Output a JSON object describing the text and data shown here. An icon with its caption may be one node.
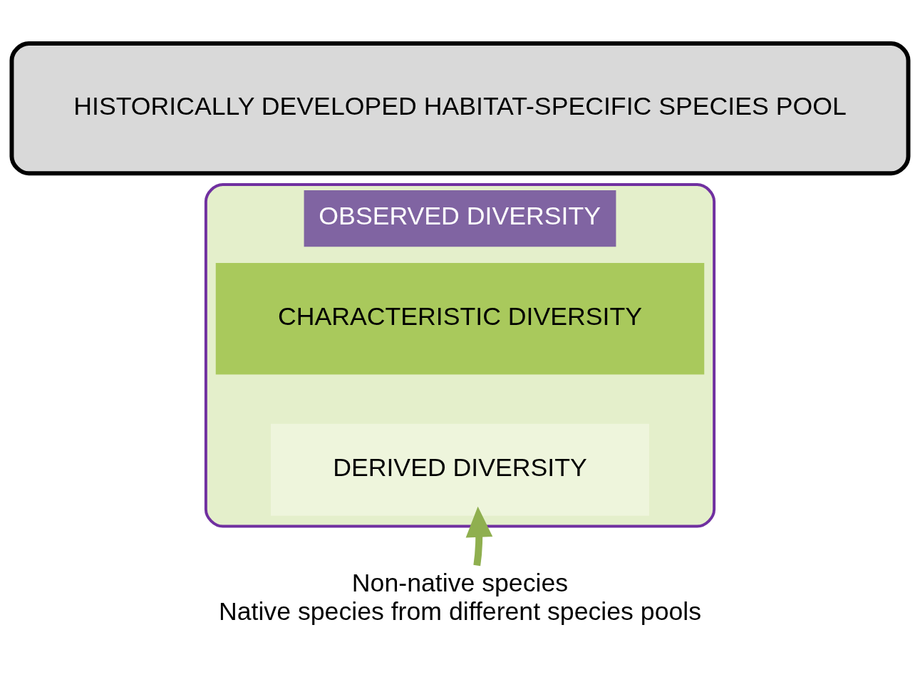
{
  "diagram": {
    "nodes": [
      {
        "text": [
          "HISTORICALLY DEVELOPED HABITAT-SPECIFIC SPECIES POOL"
        ]
      },
      {
        "text": [
          "OBSERVED DIVERSITY"
        ]
      },
      {
        "text": [
          "CHARACTERISTIC DIVERSITY"
        ],
        "in": 1
      },
      {
        "text": [
          "DERIVED DIVERSITY"
        ],
        "in": 1
      },
      {
        "text": [
          "Non-native species",
          "Native species from different species pools"
        ]
      }
    ],
    "edges": [
      {
        "from": 4,
        "to": 3,
        "arrow": "to",
        "color": "#8faf4f"
      }
    ]
  }
}
